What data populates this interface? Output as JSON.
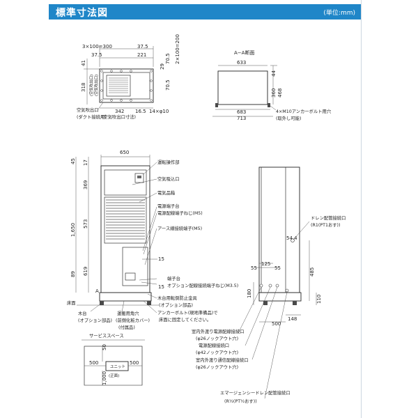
{
  "header": {
    "title": "標準寸法図",
    "unit": "(単位:mm)"
  },
  "top_view": {
    "dims": {
      "grid_300": "3×100=300",
      "d37_5_right": "37.5",
      "d37_5_left": "37.5",
      "d221": "221",
      "grid_200": "2×100=200",
      "d41": "41",
      "d29": "29",
      "d70_5_a": "70.5",
      "d70_5_b": "70.5",
      "d318": "318",
      "d342": "342",
      "d16_5": "16.5",
      "holes": "14×φ10"
    },
    "side_text": [
      "(空気吹出口)",
      "(空気吹出口)"
    ],
    "labels": {
      "outlet": "空気吹出口",
      "outlet_duct": "(ダクト接続用)",
      "outlet_size": "(空気吹出口寸法)"
    }
  },
  "section_view": {
    "title": "A−A断面",
    "dims": {
      "d633": "633",
      "d44": "44",
      "d360": "360",
      "d468": "468",
      "d683": "683",
      "d713": "713"
    },
    "labels": {
      "anchor": "4×M10アンカーボルト用穴",
      "removable": "(取外し可能)"
    }
  },
  "front_view": {
    "dims": {
      "d650": "650",
      "d45": "45",
      "d17": "17",
      "d369": "369",
      "d1650": "1,650",
      "d573": "573",
      "d619": "619",
      "d89": "89",
      "d15a": "15",
      "d15b": "15",
      "A": "A"
    },
    "labels": {
      "panel": "運転操作部",
      "intake": "空気吸込口",
      "ebox": "電気品箱",
      "terminal1": "電源端子台",
      "terminal2": "電源配線端子ねじ(M5)",
      "earth": "アース線接続端子(M5)",
      "tb": "端子台",
      "opt_terminal": "オプション配線接続端子ねじ(M3.5)",
      "fix1": "木台用転倒防止金具",
      "fix2": "(オプション部品)",
      "anchor1": "アンカーボルト(現地準備品)で",
      "anchor2": "床面に固定してください。",
      "floor": "床面",
      "base1": "木台",
      "base2": "(オプション部品)",
      "corner1": "運搬用角穴",
      "corner2": "(前側化粧カバー)",
      "corner3": "(付属品)"
    }
  },
  "side_view": {
    "dims": {
      "d54_4": "54.4",
      "d55a": "55",
      "d55b": "55",
      "d125": "125",
      "d485": "485",
      "d180": "180",
      "d110": "110",
      "d500": "500",
      "d148": "148"
    },
    "labels": {
      "drain1": "ドレン配管接続口",
      "drain2": "(R1(PT1おす))"
    }
  },
  "service_space": {
    "title": "サービススペース",
    "dims": {
      "d50": "50",
      "d500a": "500",
      "d500b": "500",
      "d1000": "1,000"
    },
    "unit_label": "ユニット",
    "front": "(正面)"
  },
  "connections": [
    {
      "label": "室内外渡り電源配線接続口",
      "sub": "(φ26ノックアウト穴)"
    },
    {
      "label": "電源配線接続口",
      "sub": "(φ42ノックアウト穴)"
    },
    {
      "label": "室内外渡り通信配線接続口",
      "sub": "(φ26ノックアウト穴)"
    },
    {
      "label": "エマージェンシードレン配管接続口",
      "sub": "(R½(PT½おす))"
    }
  ]
}
